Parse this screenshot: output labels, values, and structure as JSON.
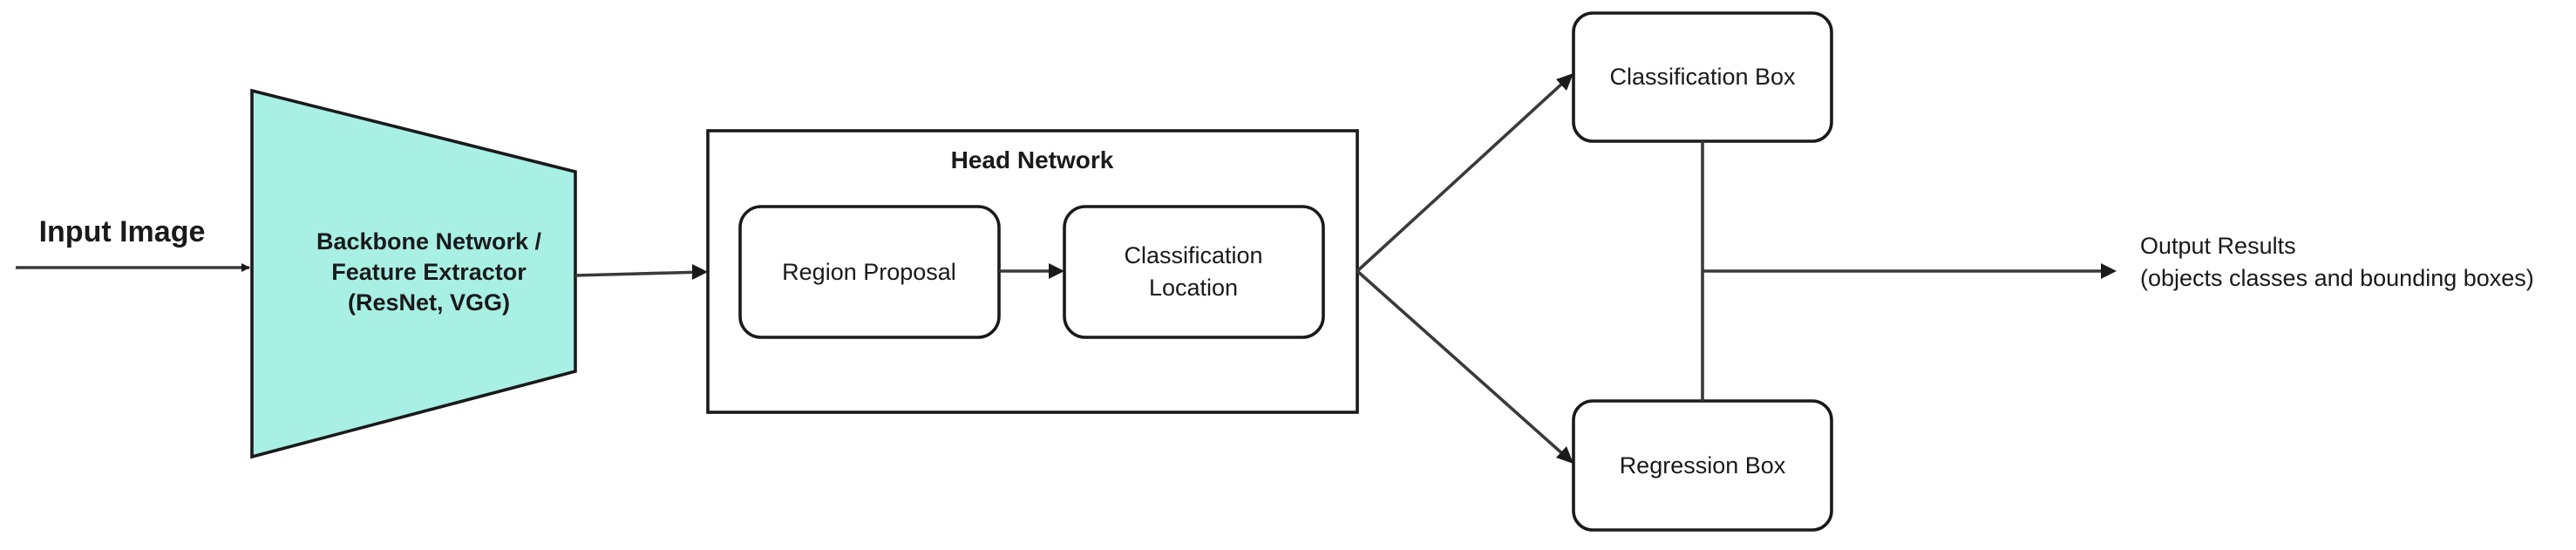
{
  "input": {
    "label": "Input Image"
  },
  "backbone": {
    "line1": "Backbone Network /",
    "line2": "Feature Extractor",
    "line3": "(ResNet, VGG)",
    "fill_color": "#a8efe4"
  },
  "head_network": {
    "title": "Head Network"
  },
  "region_proposal": {
    "label": "Region Proposal"
  },
  "classification_location": {
    "line1": "Classification",
    "line2": "Location"
  },
  "classification_box": {
    "label": "Classification Box"
  },
  "regression_box": {
    "label": "Regression Box"
  },
  "output": {
    "line1": "Output Results",
    "line2": "(objects classes and bounding boxes)"
  }
}
